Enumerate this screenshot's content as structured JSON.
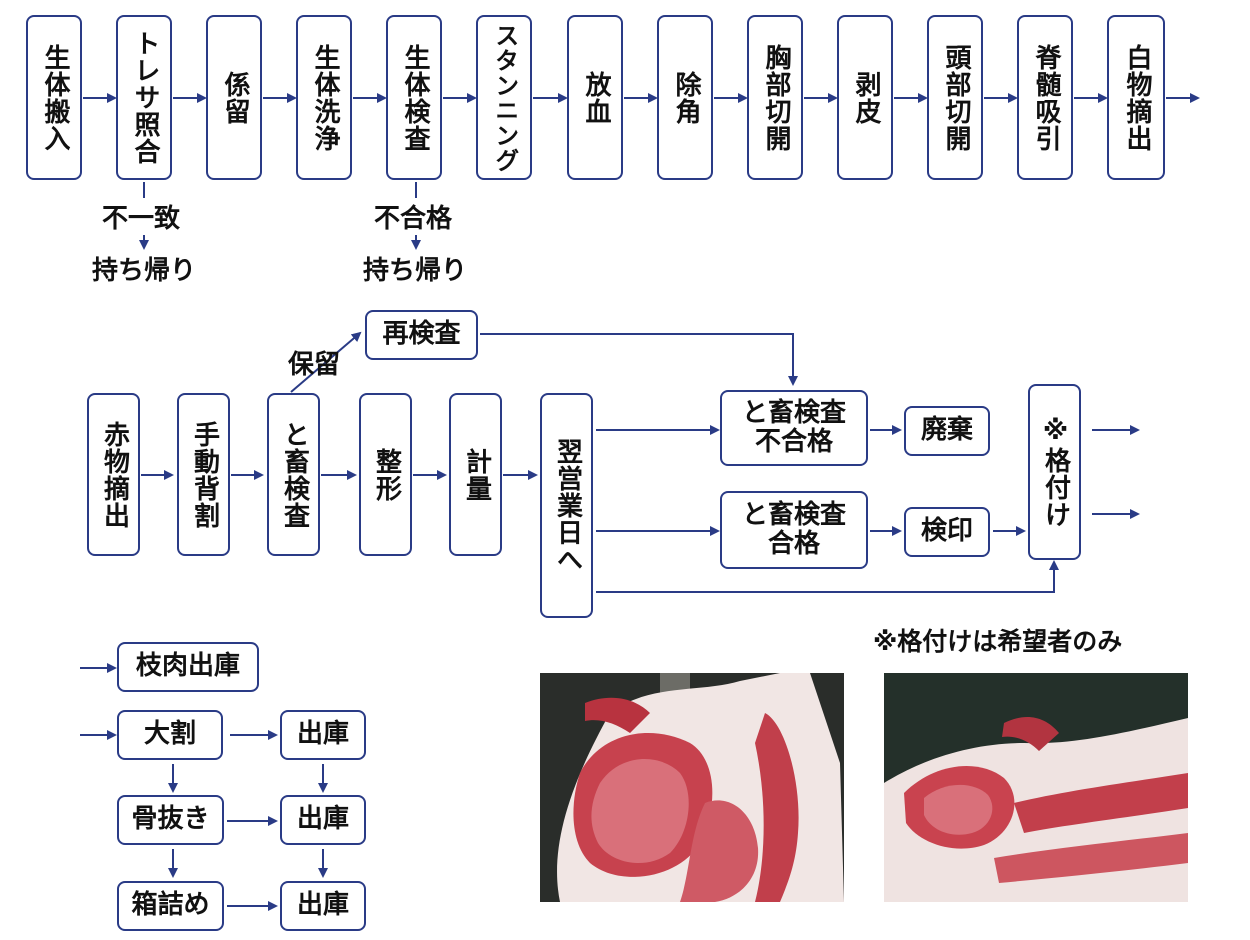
{
  "colors": {
    "border": "#2a3b86",
    "arrow": "#2a3b86"
  },
  "row1": {
    "steps": [
      "生体搬入",
      "トレサ照合",
      "係留",
      "生体洗浄",
      "生体検査",
      "スタンニング",
      "放血",
      "除角",
      "胸部切開",
      "剥皮",
      "頭部切開",
      "脊髄吸引",
      "白物摘出"
    ],
    "branch_a": {
      "condition": "不一致",
      "result": "持ち帰り"
    },
    "branch_b": {
      "condition": "不合格",
      "result": "持ち帰り"
    }
  },
  "row2": {
    "steps": [
      "赤物摘出",
      "手動背割",
      "と畜検査",
      "整形",
      "計量",
      "翌営業日へ"
    ],
    "hold_label": "保留",
    "reinspect": "再検査",
    "fail_box": [
      "と畜検査",
      "不合格"
    ],
    "pass_box": [
      "と畜検査",
      "合格"
    ],
    "dispose": "廃棄",
    "stamp": "検印",
    "grading": "※格付け"
  },
  "row3": {
    "carcass": "枝肉出庫",
    "cut": "大割",
    "debone": "骨抜き",
    "box": "箱詰め",
    "ship1": "出庫",
    "ship2": "出庫",
    "ship3": "出庫"
  },
  "note": "※格付けは希望者のみ",
  "photos": [
    "beef-rib-cross-section-1",
    "beef-rib-cross-section-2"
  ]
}
